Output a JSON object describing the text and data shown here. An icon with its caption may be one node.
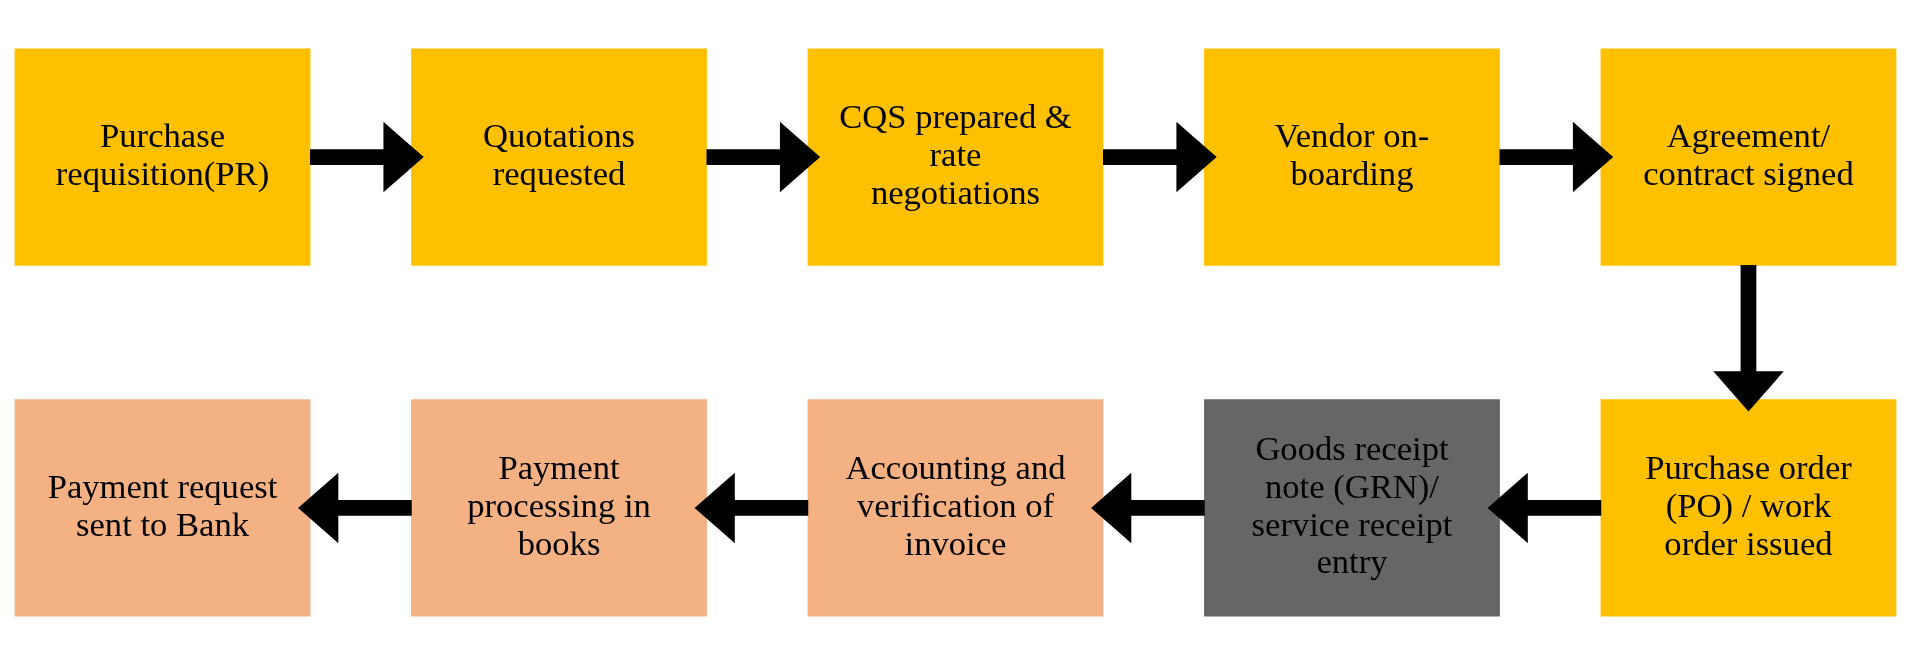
{
  "diagram": {
    "nodes": [
      {
        "text": [
          "Purchase requisition(PR)"
        ]
      },
      {
        "text": [
          "Quotations requested"
        ]
      },
      {
        "text": [
          "CQS prepared & rate negotiations"
        ]
      },
      {
        "text": [
          "Vendor on-boarding"
        ]
      },
      {
        "text": [
          "Agreement/ contract signed"
        ]
      },
      {
        "text": [
          "Purchase order (PO) / work order issued"
        ]
      },
      {
        "text": [
          "Goods receipt note (GRN)/ service receipt entry"
        ]
      },
      {
        "text": [
          "Accounting and verification of invoice"
        ]
      },
      {
        "text": [
          "Payment processing in books"
        ]
      },
      {
        "text": [
          "Payment request sent to Bank"
        ]
      }
    ],
    "edges": [
      {
        "from": 0,
        "to": 1,
        "arrow": "to"
      },
      {
        "from": 1,
        "to": 2,
        "arrow": "to"
      },
      {
        "from": 2,
        "to": 3,
        "arrow": "to"
      },
      {
        "from": 3,
        "to": 4,
        "arrow": "to"
      },
      {
        "from": 4,
        "to": 5,
        "arrow": "to"
      },
      {
        "from": 5,
        "to": 6,
        "arrow": "to"
      },
      {
        "from": 6,
        "to": 7,
        "arrow": "to"
      },
      {
        "from": 7,
        "to": 8,
        "arrow": "to"
      },
      {
        "from": 8,
        "to": 9,
        "arrow": "to"
      }
    ]
  }
}
